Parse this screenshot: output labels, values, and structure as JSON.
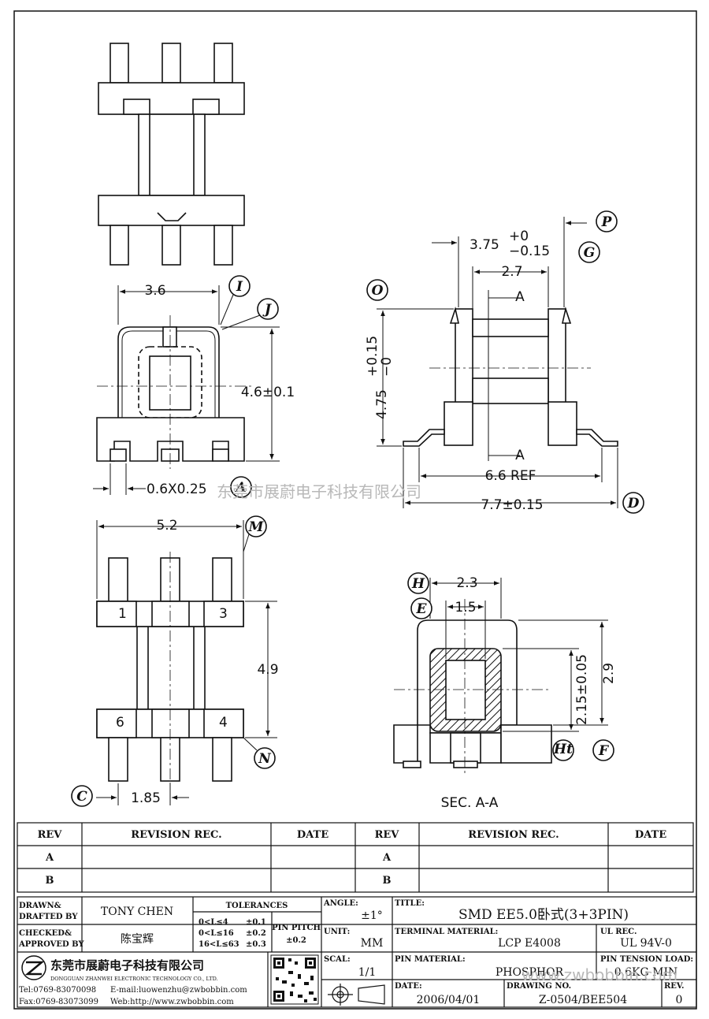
{
  "dimensions": {
    "top_view_width": "3.6",
    "height": "4.6±0.1",
    "pad": "0.6X0.25",
    "bottom_width": "5.2",
    "pin_span": "4.9",
    "pitch": "1.85",
    "side_a": "3.75",
    "side_a_tol_plus": "+0",
    "side_a_tol_minus": "−0.15",
    "side_b": "2.7",
    "side_h": "4.75",
    "side_h_tol_plus": "+0.15",
    "side_h_tol_minus": "−0",
    "ref_width": "6.6 REF",
    "total_width": "7.7±0.15",
    "sec_w1": "2.3",
    "sec_w2": "1.5",
    "sec_h1": "2.15±0.05",
    "sec_h2": "2.9",
    "section_mark": "A"
  },
  "callouts": {
    "I": "I",
    "J": "J",
    "A": "A",
    "M": "M",
    "N": "N",
    "C": "C",
    "O": "O",
    "P": "P",
    "G": "G",
    "D": "D",
    "H": "H",
    "E": "E",
    "F": "F",
    "Ht": "Ht"
  },
  "pin_numbers": {
    "p1": "1",
    "p3": "3",
    "p6": "6",
    "p4": "4"
  },
  "section_title": "SEC. A-A",
  "watermark": "东莞市展蔚电子科技有限公司",
  "revision_table": {
    "headers": [
      "REV",
      "REVISION REC.",
      "DATE",
      "REV",
      "REVISION REC.",
      "DATE"
    ],
    "rows": [
      [
        "A",
        "",
        "",
        "A",
        "",
        ""
      ],
      [
        "B",
        "",
        "",
        "B",
        "",
        ""
      ]
    ]
  },
  "title_block": {
    "drawn_label": "DRAWN&\nDRAFTED BY",
    "drawn_value": "TONY CHEN",
    "checked_label": "CHECKED&\nAPPROVED BY",
    "checked_value": "陈宝辉",
    "tolerances_label": "TOLERANCES",
    "tol_lines": [
      "0<L≤4",
      "0<L≤16",
      "16<L≤63"
    ],
    "tol_values": [
      "±0.1",
      "±0.2",
      "±0.3"
    ],
    "pin_pitch_label": "PIN PITCH",
    "pin_pitch_value": "±0.2",
    "angle_label": "ANGLE:",
    "angle_value": "±1°",
    "unit_label": "UNIT:",
    "unit_value": "MM",
    "scale_label": "SCAL:",
    "scale_value": "1/1",
    "title_label": "TITLE:",
    "title_value": "SMD EE5.0卧式(3+3PIN)",
    "terminal_label": "TERMINAL MATERIAL:",
    "terminal_value": "LCP E4008",
    "ul_label": "UL REC.",
    "ul_value": "UL 94V-0",
    "pin_material_label": "PIN MATERIAL:",
    "pin_material_value": "PHOSPHOR",
    "tension_label": "PIN TENSION LOAD:",
    "tension_value": "0.6KG MIN",
    "date_label": "DATE:",
    "date_value": "2006/04/01",
    "drawing_label": "DRAWING NO.",
    "drawing_value": "Z-0504/BEE504",
    "rev_label": "REV.",
    "rev_value": "0",
    "company_cn": "东莞市展蔚电子科技有限公司",
    "company_en": "DONGGUAN ZHANWEI ELECTRONIC TECHNOLOGY CO., LTD.",
    "tel": "Tel:0769-83070098",
    "email": "E-mail:luowenzhu@zwbobbin.com",
    "fax": "Fax:0769-83073099",
    "web": "Web:http://www.zwbobbin.com",
    "footer_watermark": "www.zwbobbin.com"
  }
}
